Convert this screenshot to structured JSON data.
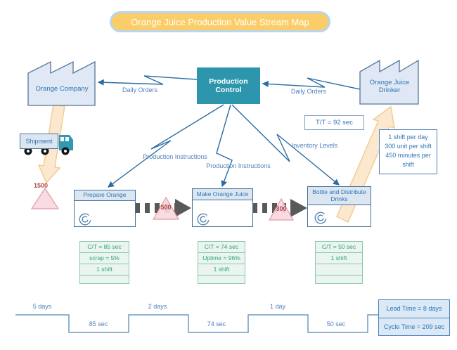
{
  "title": "Orange Juice Production Value Stream Map",
  "suppliers": {
    "left": "Orange Company",
    "right": "Orange Juice Drinker"
  },
  "production_control": "Production Control",
  "flow_labels": {
    "daily_orders_left": "Daily Orders",
    "daily_orders_right": "Daily Orders",
    "production_instructions_1": "Production Instructions",
    "production_instructions_2": "Production Instructions",
    "inventory_levels": "Inventory Levels"
  },
  "takt_box": "T/T = 92 sec",
  "shift_info": [
    "1 shift per day",
    "300 unit per shift",
    "450 minutes per shift"
  ],
  "shipment_label": "Shipment",
  "inventory": {
    "incoming": "1500",
    "between_1_2": "500",
    "between_2_3": "300"
  },
  "processes": [
    {
      "title": "Prepare Orange",
      "rows": [
        "C/T = 85 sec",
        "scrap = 5%",
        "1 shift",
        ""
      ]
    },
    {
      "title": "Make Orange Juice",
      "rows": [
        "C/T = 74 sec",
        "Uptime = 96%",
        "1 shift",
        ""
      ]
    },
    {
      "title": "Bottle and Distribute Drinks",
      "rows": [
        "C/T = 50 sec",
        "1 shift",
        "",
        ""
      ]
    }
  ],
  "timeline": {
    "wait_times": [
      "5 days",
      "2 days",
      "1 day"
    ],
    "process_times": [
      "85 sec",
      "74 sec",
      "50 sec"
    ]
  },
  "summary": {
    "lead_time": "Lead Time = 8 days",
    "cycle_time": "Cycle Time = 209 sec"
  },
  "colors": {
    "accent_teal": "#2d96ad",
    "banner_fill": "#fbcd68",
    "diagram_blue": "#2e75b6",
    "data_green": "#35a386",
    "inventory_pink": "#f9d9de",
    "push_gray": "#595959",
    "material_orange": "#fce8ce"
  }
}
